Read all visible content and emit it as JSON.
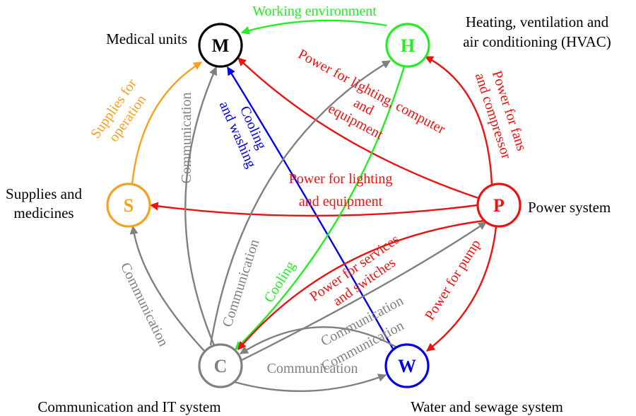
{
  "nodes": {
    "M": {
      "letter": "M",
      "label": [
        "Medical units"
      ],
      "color": "#000000"
    },
    "H": {
      "letter": "H",
      "label": [
        "Heating, ventilation and",
        "air conditioning (HVAC)"
      ],
      "color": "#22ee22"
    },
    "P": {
      "letter": "P",
      "label": [
        "Power system"
      ],
      "color": "#ee1111"
    },
    "S": {
      "letter": "S",
      "label": [
        "Supplies and",
        "medicines"
      ],
      "color": "#f7a01d"
    },
    "C": {
      "letter": "C",
      "label": [
        "Communication and IT system"
      ],
      "color": "#808080"
    },
    "W": {
      "letter": "W",
      "label": [
        "Water and sewage system"
      ],
      "color": "#0000ee"
    }
  },
  "edges": [
    {
      "id": "h-m",
      "from": "H",
      "to": "M",
      "color": "#22ee22",
      "label": [
        "Working environment"
      ]
    },
    {
      "id": "s-m",
      "from": "S",
      "to": "M",
      "color": "#f7a01d",
      "label": [
        "Supplies for",
        "operation"
      ]
    },
    {
      "id": "p-h",
      "from": "P",
      "to": "H",
      "color": "#ee1111",
      "label": [
        "Power for fans",
        "and compressor"
      ]
    },
    {
      "id": "p-m",
      "from": "P",
      "to": "M",
      "color": "#ee1111",
      "label": [
        "Power for lighting, computer",
        "and",
        "equipment"
      ]
    },
    {
      "id": "w-m",
      "from": "W",
      "to": "M",
      "color": "#0000ee",
      "label": [
        "Cooling",
        "and washing"
      ]
    },
    {
      "id": "p-s",
      "from": "P",
      "to": "S",
      "color": "#ee1111",
      "label": [
        "Power for lighting",
        "and equipment"
      ]
    },
    {
      "id": "c-m",
      "from": "C",
      "to": "M",
      "color": "#808080",
      "label": [
        "Communication"
      ]
    },
    {
      "id": "c-h",
      "from": "C",
      "to": "H",
      "color": "#808080",
      "label": [
        "Communication"
      ]
    },
    {
      "id": "h-c",
      "from": "H",
      "to": "C",
      "color": "#22ee22",
      "label": [
        "Cooling"
      ]
    },
    {
      "id": "p-c",
      "from": "P",
      "to": "C",
      "color": "#ee1111",
      "label": [
        "Power for services",
        "and switches"
      ]
    },
    {
      "id": "c-p",
      "from": "C",
      "to": "P",
      "color": "#808080",
      "label": [
        "Communication"
      ]
    },
    {
      "id": "p-w",
      "from": "P",
      "to": "W",
      "color": "#ee1111",
      "label": [
        "Power for pump"
      ]
    },
    {
      "id": "c-s",
      "from": "C",
      "to": "S",
      "color": "#808080",
      "label": [
        "Communication"
      ]
    },
    {
      "id": "c-w",
      "from": "C",
      "to": "W",
      "color": "#808080",
      "label": [
        "Communication"
      ]
    },
    {
      "id": "w-c",
      "from": "W",
      "to": "C",
      "color": "#808080",
      "label": [
        "Communication"
      ]
    }
  ]
}
